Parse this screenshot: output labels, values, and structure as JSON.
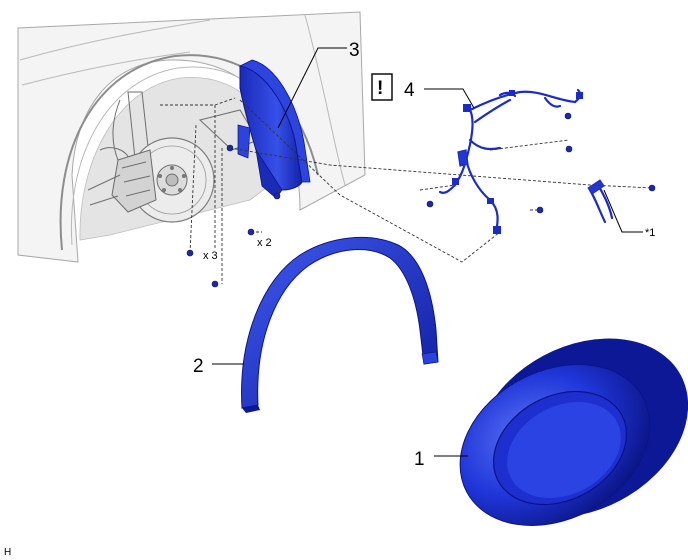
{
  "callouts": {
    "one": "1",
    "two": "2",
    "three": "3",
    "four": "4",
    "star_one": "*1"
  },
  "quantities": {
    "x3": "x 3",
    "x2": "x 2"
  },
  "notice_mark": "!",
  "footer_code": "H",
  "colors": {
    "part_blue": "#1f2fd6",
    "part_blue_dark": "#0d1896",
    "part_blue_light": "#4a63f0",
    "body_gray": "#f2f2f2"
  }
}
